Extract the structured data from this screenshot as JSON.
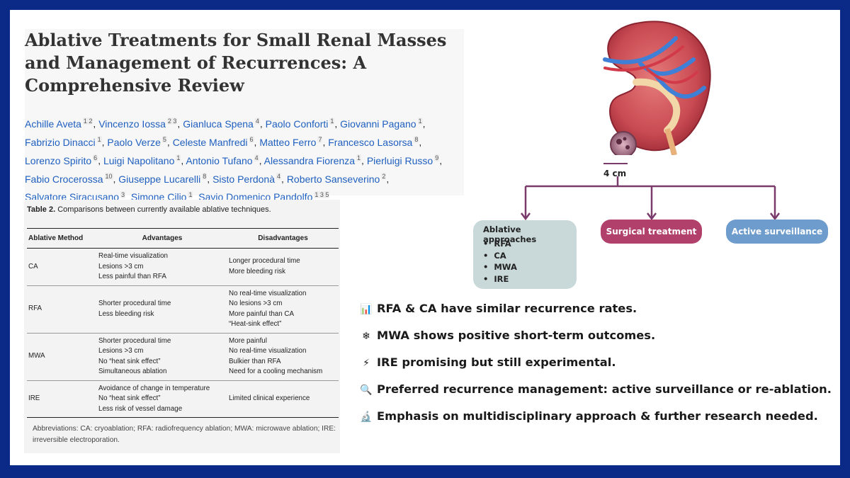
{
  "paper": {
    "title": "Ablative Treatments for Small Renal Masses and Management of Recurrences: A Comprehensive Review",
    "authors": [
      {
        "name": "Achille Aveta",
        "affil": "1 2"
      },
      {
        "name": "Vincenzo Iossa",
        "affil": "2 3"
      },
      {
        "name": "Gianluca Spena",
        "affil": "4"
      },
      {
        "name": "Paolo Conforti",
        "affil": "1"
      },
      {
        "name": "Giovanni Pagano",
        "affil": "1"
      },
      {
        "name": "Fabrizio Dinacci",
        "affil": "1"
      },
      {
        "name": "Paolo Verze",
        "affil": "5"
      },
      {
        "name": "Celeste Manfredi",
        "affil": "6"
      },
      {
        "name": "Matteo Ferro",
        "affil": "7"
      },
      {
        "name": "Francesco Lasorsa",
        "affil": "8"
      },
      {
        "name": "Lorenzo Spirito",
        "affil": "6"
      },
      {
        "name": "Luigi Napolitano",
        "affil": "1"
      },
      {
        "name": "Antonio Tufano",
        "affil": "4"
      },
      {
        "name": "Alessandra Fiorenza",
        "affil": "1"
      },
      {
        "name": "Pierluigi Russo",
        "affil": "9"
      },
      {
        "name": "Fabio Crocerossa",
        "affil": "10"
      },
      {
        "name": "Giuseppe Lucarelli",
        "affil": "8"
      },
      {
        "name": "Sisto Perdonà",
        "affil": "4"
      },
      {
        "name": "Roberto Sanseverino",
        "affil": "2"
      },
      {
        "name": "Salvatore Siracusano",
        "affil": "3"
      },
      {
        "name": "Simone Cilio",
        "affil": "1"
      },
      {
        "name": "Savio Domenico Pandolfo",
        "affil": "1 3 5"
      }
    ],
    "author_lines": [
      5,
      5,
      5,
      4,
      3
    ]
  },
  "table": {
    "caption_label": "Table 2.",
    "caption_text": "Comparisons between currently available ablative techniques.",
    "headers": [
      "Ablative Method",
      "Advantages",
      "Disadvantages"
    ],
    "rows": [
      {
        "method": "CA",
        "advantages": [
          "Real-time visualization",
          "Lesions >3 cm",
          "Less painful than RFA"
        ],
        "disadvantages": [
          "Longer procedural time",
          "More bleeding risk"
        ]
      },
      {
        "method": "RFA",
        "advantages": [
          "Shorter procedural time",
          "Less bleeding risk"
        ],
        "disadvantages": [
          "No real-time visualization",
          "No lesions >3 cm",
          "More painful than CA",
          "“Heat-sink effect”"
        ]
      },
      {
        "method": "MWA",
        "advantages": [
          "Shorter procedural time",
          "Lesions >3 cm",
          "No “heat sink effect”",
          "Simultaneous ablation"
        ],
        "disadvantages": [
          "More painful",
          "No real-time visualization",
          "Bulkier than RFA",
          "Need for a cooling mechanism"
        ]
      },
      {
        "method": "IRE",
        "advantages": [
          "Avoidance of change in temperature",
          "No “heat sink effect”",
          "Less risk of vessel damage"
        ],
        "disadvantages": [
          "Limited clinical experience"
        ]
      }
    ],
    "abbreviations": "Abbreviations: CA: cryoablation; RFA: radiofrequency ablation; MWA: microwave ablation; IRE: irreversible electroporation."
  },
  "figure": {
    "scale_label": "4 cm",
    "ablative_title": "Ablative approaches",
    "ablative_items": [
      "RFA",
      "CA",
      "MWA",
      "IRE"
    ],
    "surgical_label": "Surgical treatment",
    "surveillance_label": "Active surveillance"
  },
  "findings": [
    {
      "icon": "bar-chart-icon",
      "glyph": "📊",
      "text": "RFA & CA have similar recurrence rates."
    },
    {
      "icon": "snowflake-icon",
      "glyph": "❄",
      "text": "MWA shows positive short-term outcomes."
    },
    {
      "icon": "lightning-icon",
      "glyph": "⚡",
      "text": "IRE promising but still experimental."
    },
    {
      "icon": "magnifier-icon",
      "glyph": "🔍",
      "text": "Preferred recurrence management: active surveillance or re-ablation."
    },
    {
      "icon": "microscope-icon",
      "glyph": "🔬",
      "text": "Emphasis on multidisciplinary approach & further research needed."
    }
  ],
  "colors": {
    "border": "#0b2a87",
    "link": "#1f5fbf",
    "surgical": "#b1416a",
    "surveillance": "#6e9ccc",
    "ablative_box": "#c9d9d9",
    "tree_line": "#7a3a6a"
  }
}
